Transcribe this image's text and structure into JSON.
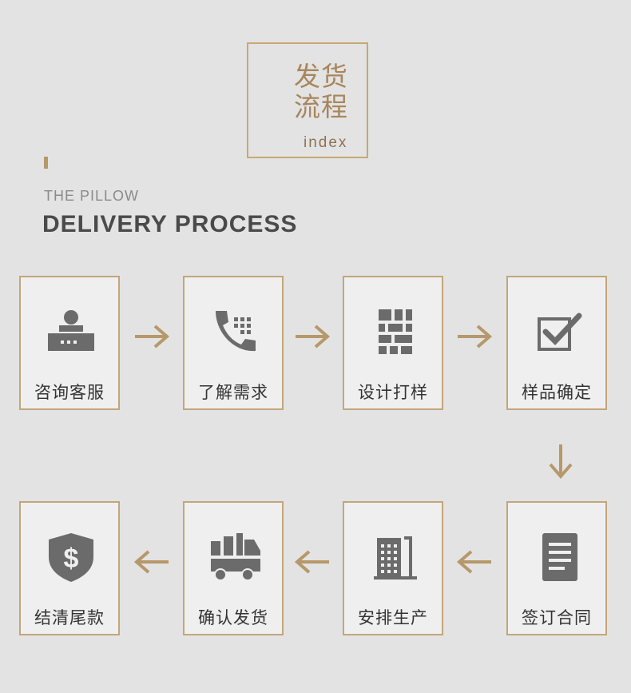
{
  "header": {
    "title_cn_line1": "发货",
    "title_cn_line2": "流程",
    "title_en": "index",
    "subtitle": "THE PILLOW",
    "heading": "DELIVERY PROCESS"
  },
  "steps": [
    {
      "label": "咨询客服",
      "icon": "customer-service-icon"
    },
    {
      "label": "了解需求",
      "icon": "phone-icon"
    },
    {
      "label": "设计打样",
      "icon": "blocks-icon"
    },
    {
      "label": "样品确定",
      "icon": "checkbox-icon"
    },
    {
      "label": "签订合同",
      "icon": "document-icon"
    },
    {
      "label": "安排生产",
      "icon": "building-icon"
    },
    {
      "label": "确认发货",
      "icon": "delivery-truck-icon"
    },
    {
      "label": "结清尾款",
      "icon": "dollar-shield-icon"
    }
  ],
  "colors": {
    "accent": "#c2a67b",
    "icon": "#6b6b6b",
    "background": "#e3e3e3"
  }
}
